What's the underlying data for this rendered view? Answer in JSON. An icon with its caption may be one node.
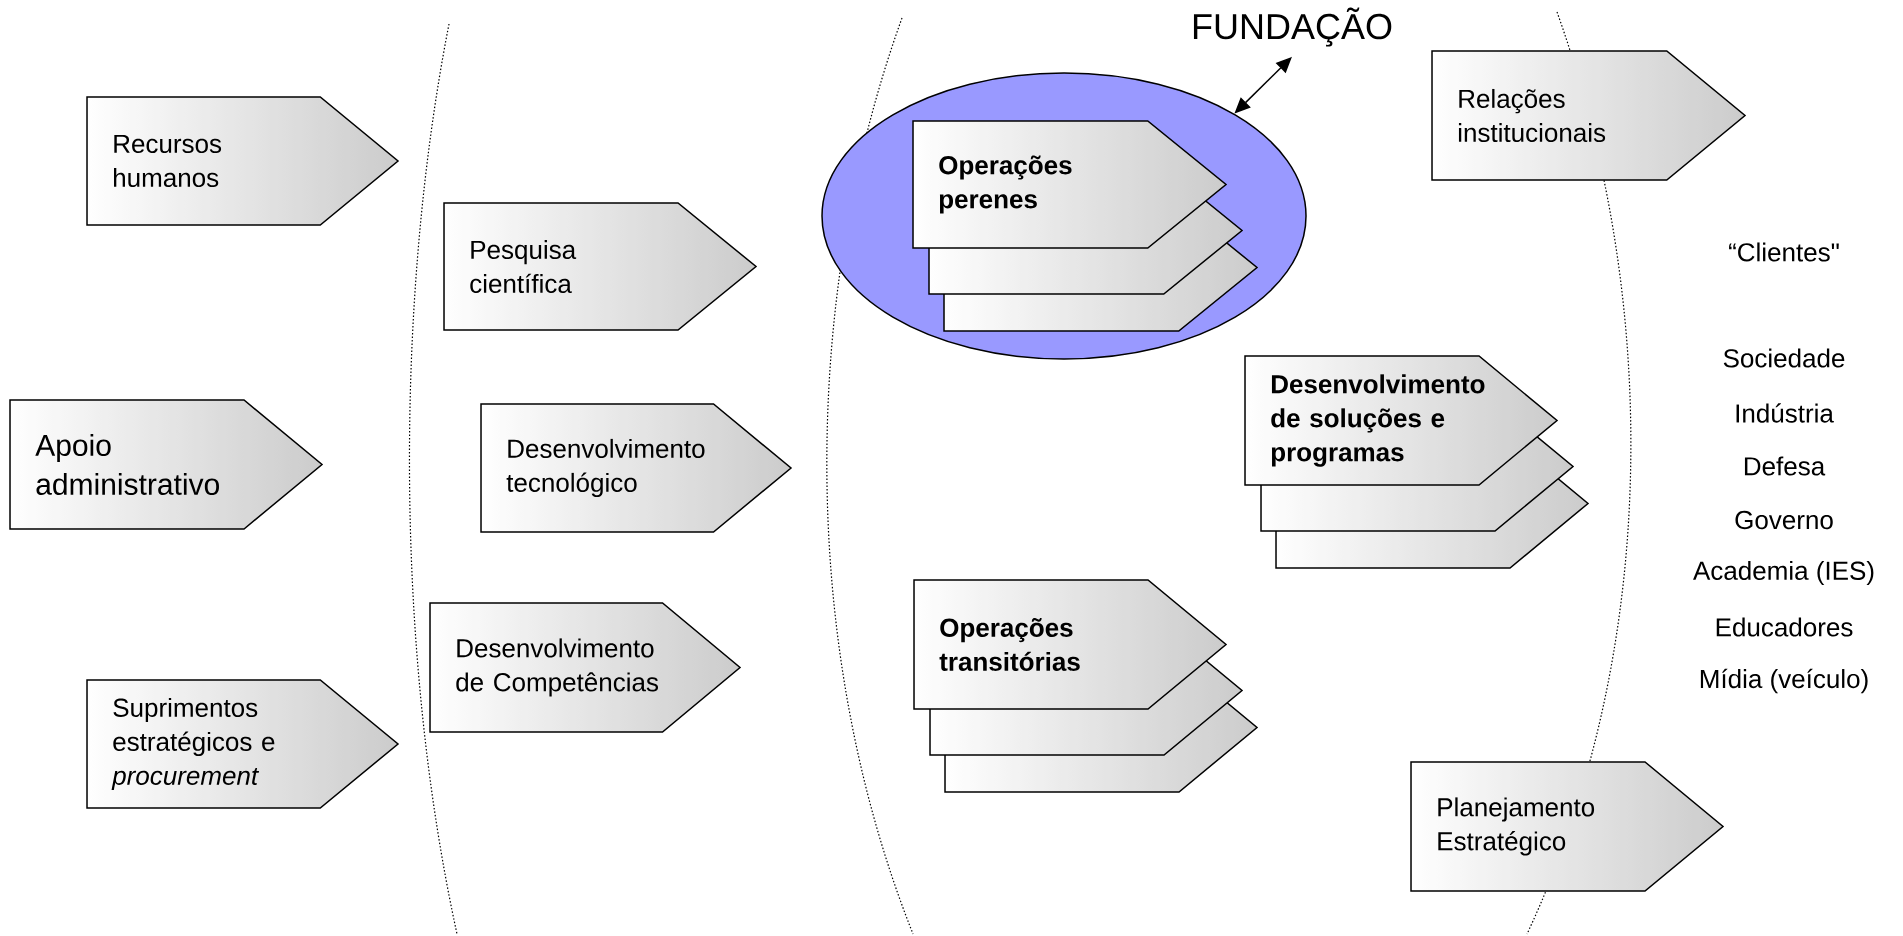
{
  "diagram": {
    "nodes": [
      {
        "text": [
          "Recursos humanos"
        ]
      },
      {
        "text": [
          "Pesquisa científica"
        ]
      },
      {
        "text": [
          "Apoio administrativo"
        ]
      },
      {
        "text": [
          "Desenvolvimento tecnológico"
        ]
      },
      {
        "text": [
          "Desenvolvimento de Competências"
        ]
      },
      {
        "text": [
          "Suprimentos estratégicos e *procurement*"
        ]
      },
      {
        "text": [
          "FUNDAÇÃO"
        ]
      },
      {
        "text": [],
        "shape": "ellipse"
      },
      {
        "text": [
          "Operações perenes"
        ],
        "in": 7
      },
      {
        "text": [
          "Operações transitórias"
        ]
      },
      {
        "text": [
          "Desenvolvimento de soluções e programas"
        ]
      },
      {
        "text": [
          "Relações institucionais"
        ]
      },
      {
        "text": [
          "Planejamento Estratégico"
        ]
      }
    ],
    "edges": [
      {
        "from": 6,
        "to": 7,
        "arrow": "both"
      }
    ],
    "labels": [
      "“Clientes\"",
      "Sociedade",
      "Indústria",
      "Defesa",
      "Governo",
      "Academia (IES)",
      "Educadores",
      "Mídia (veículo)"
    ]
  }
}
